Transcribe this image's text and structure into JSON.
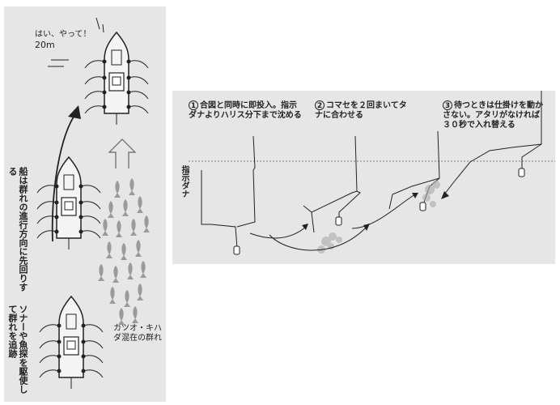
{
  "left": {
    "shout": "はい、やって！",
    "distance": "20m",
    "caption_ahead": "船は群れの進行方向に先回りする",
    "caption_chase": "ソナーや魚探を駆使して群れを追跡",
    "school_label": "カツオ・キハダ混在の群れ"
  },
  "right": {
    "steps": [
      {
        "num": "1",
        "text": "合図と同時に即投入。指示ダナよりハリス分下まで沈める"
      },
      {
        "num": "2",
        "text": "コマセを２回まいてタナに合わせる"
      },
      {
        "num": "3",
        "text": "待つときは仕掛けを動かさない。アタリがなければ３０秒で入れ替える"
      }
    ],
    "depth_label": "指示ダナ"
  },
  "colors": {
    "panel": "#e6e6e6",
    "ink": "#222222",
    "fish": "#9a9a9a"
  }
}
